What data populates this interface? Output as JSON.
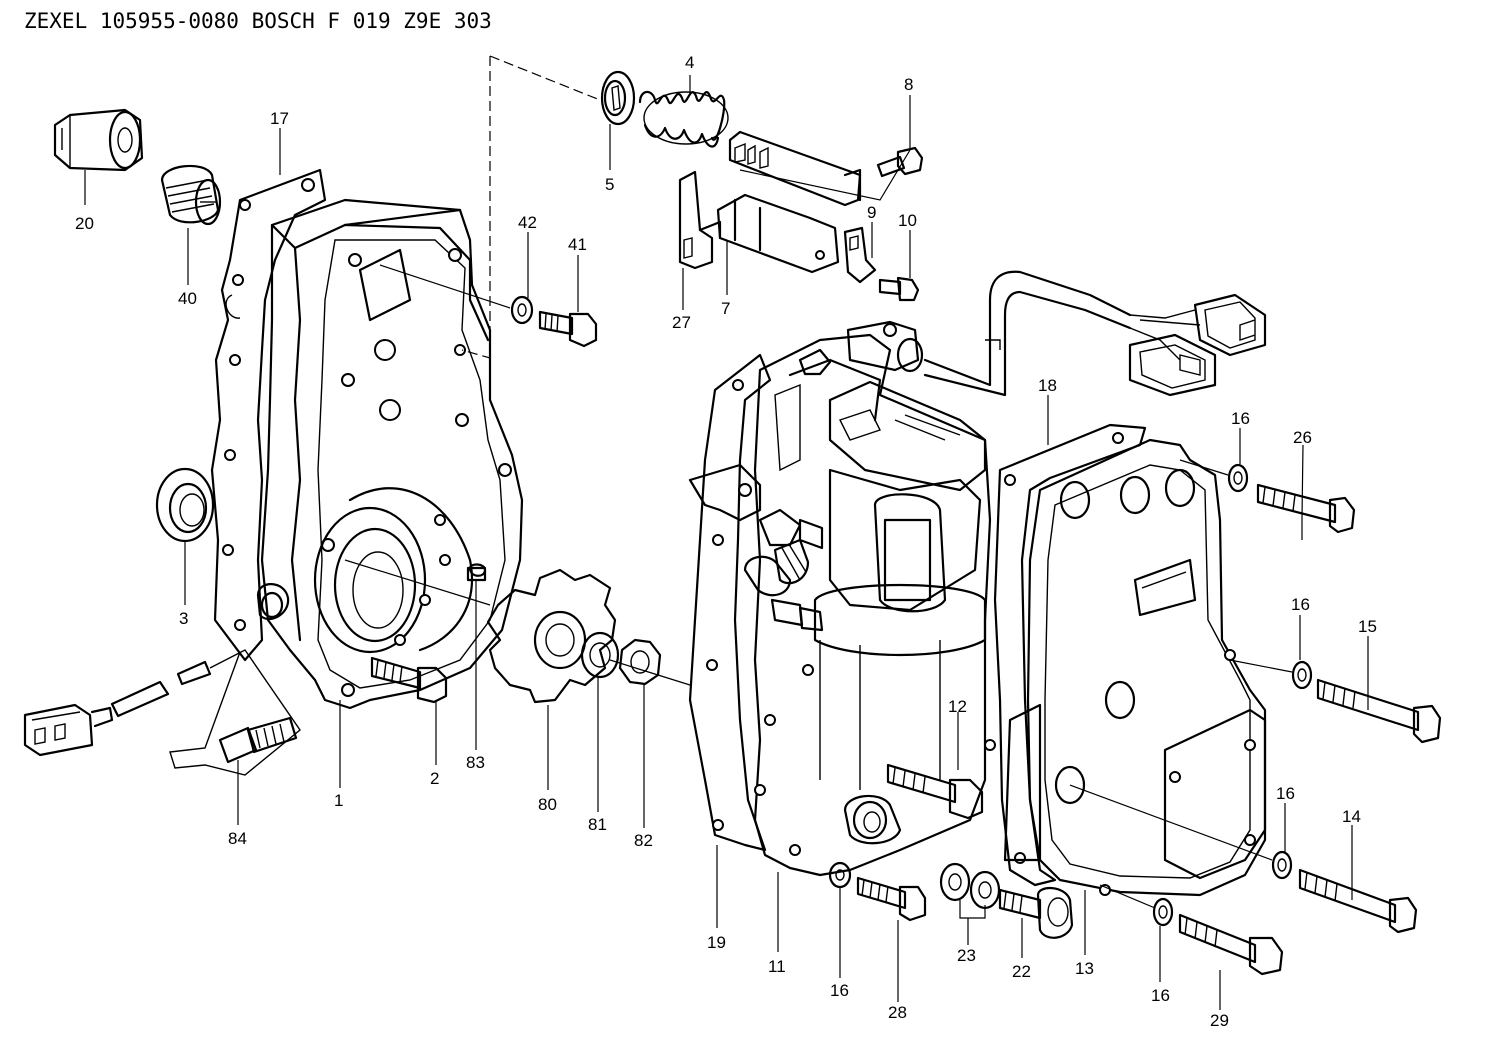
{
  "header": {
    "title": "ZEXEL  105955-0080  BOSCH  F 019 Z9E 303"
  },
  "callouts": {
    "n1": "1",
    "n2": "2",
    "n3": "3",
    "n4": "4",
    "n5": "5",
    "n7": "7",
    "n8": "8",
    "n9": "9",
    "n10": "10",
    "n11": "11",
    "n12": "12",
    "n13": "13",
    "n14": "14",
    "n15": "15",
    "n16a": "16",
    "n16b": "16",
    "n16c": "16",
    "n16d": "16",
    "n16e": "16",
    "n17": "17",
    "n18": "18",
    "n19": "19",
    "n20": "20",
    "n22": "22",
    "n23": "23",
    "n26": "26",
    "n27": "27",
    "n28": "28",
    "n29": "29",
    "n40": "40",
    "n41": "41",
    "n42": "42",
    "n80": "80",
    "n81": "81",
    "n82": "82",
    "n83": "83",
    "n84": "84"
  }
}
